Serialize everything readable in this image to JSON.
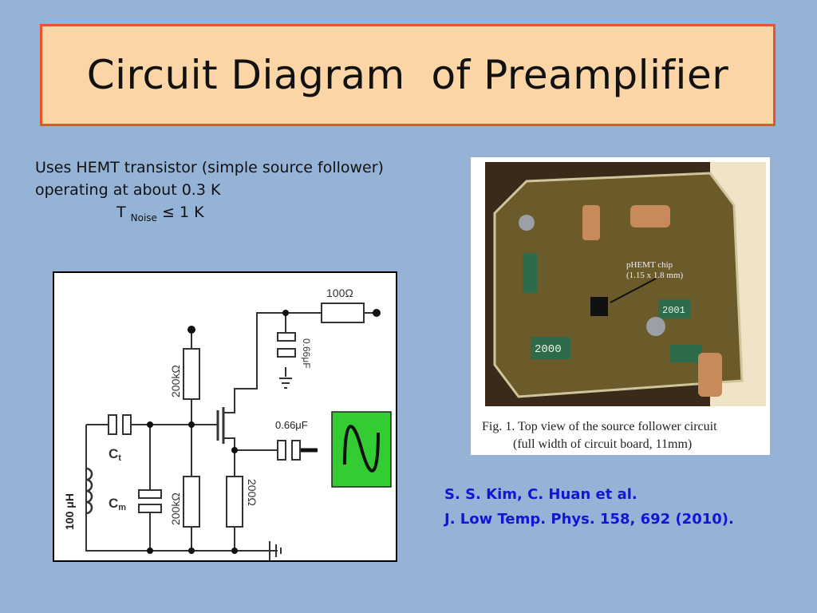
{
  "slide": {
    "title": "Circuit Diagram  of Preamplifier",
    "description": {
      "line1": "Uses HEMT transistor  (simple source follower)",
      "line2": "operating at about 0.3 K",
      "line3_prefix": "T",
      "line3_sub": "Noise",
      "line3_suffix": " ≤ 1 K"
    },
    "citation": {
      "authors": "S. S.  Kim, C. Huan et al.",
      "journal": "J. Low Temp. Phys. 158, 692 (2010)."
    }
  },
  "circuit": {
    "r_load": "100Ω",
    "r_bias_top": "200kΩ",
    "r_bias_bottom": "200kΩ",
    "r_source": "200Ω",
    "cap_bypass": "0.66μF",
    "cap_output": "0.66μF",
    "cap_t": "C",
    "cap_t_sub": "t",
    "cap_m": "C",
    "cap_m_sub": "m",
    "inductor": "100 μH"
  },
  "photo": {
    "chip_label_1": "pHEMT chip",
    "chip_label_2": "(1.15 x 1.8 mm)",
    "resistor_label_1": "2000",
    "resistor_label_2": "2001",
    "caption_1": "Fig. 1.  Top view of the source follower circuit",
    "caption_2": "(full width of circuit board, 11mm)"
  },
  "colors": {
    "background": "#95b3d7",
    "title_fill": "#fbd5a5",
    "title_border": "#e8532a",
    "citation": "#1414d6",
    "output_box": "#33cc33"
  }
}
